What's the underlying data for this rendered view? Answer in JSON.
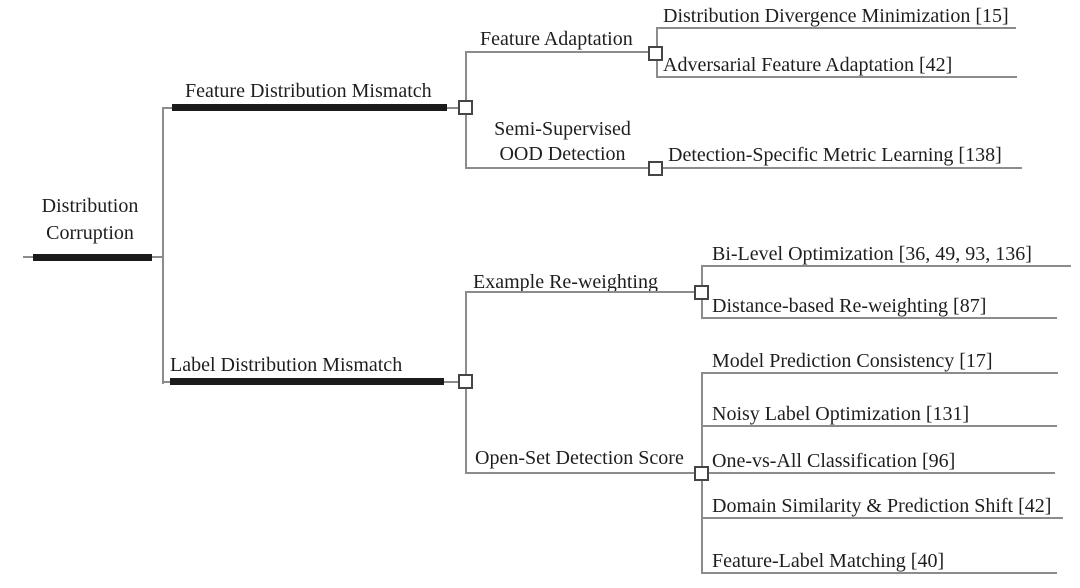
{
  "diagram": {
    "title": "Distribution Corruption taxonomy tree",
    "colors": {
      "background": "#ffffff",
      "text": "#1e1e1e",
      "thick_bar": "#1b1b1b",
      "thin_line": "#8c8c8c",
      "connector_border": "#454545",
      "connector_fill": "#ffffff"
    },
    "tree": {
      "root": {
        "label": "Distribution\nCorruption"
      },
      "branches": [
        {
          "label": "Feature Distribution Mismatch",
          "children": [
            {
              "label": "Feature Adaptation",
              "leaves": [
                {
                  "label": "Distribution Divergence Minimization [15]"
                },
                {
                  "label": "Adversarial Feature Adaptation [42]"
                }
              ]
            },
            {
              "label": "Semi-Supervised\nOOD Detection",
              "leaves": [
                {
                  "label": "Detection-Specific Metric Learning [138]"
                }
              ]
            }
          ]
        },
        {
          "label": "Label Distribution Mismatch",
          "children": [
            {
              "label": "Example Re-weighting",
              "leaves": [
                {
                  "label": "Bi-Level Optimization [36, 49, 93, 136]"
                },
                {
                  "label": "Distance-based Re-weighting [87]"
                }
              ]
            },
            {
              "label": "Open-Set Detection Score",
              "leaves": [
                {
                  "label": "Model Prediction Consistency [17]"
                },
                {
                  "label": "Noisy Label Optimization [131]"
                },
                {
                  "label": "One-vs-All Classification [96]"
                },
                {
                  "label": "Domain Similarity & Prediction Shift [42]"
                },
                {
                  "label": "Feature-Label Matching [40]"
                }
              ]
            }
          ]
        }
      ]
    }
  }
}
